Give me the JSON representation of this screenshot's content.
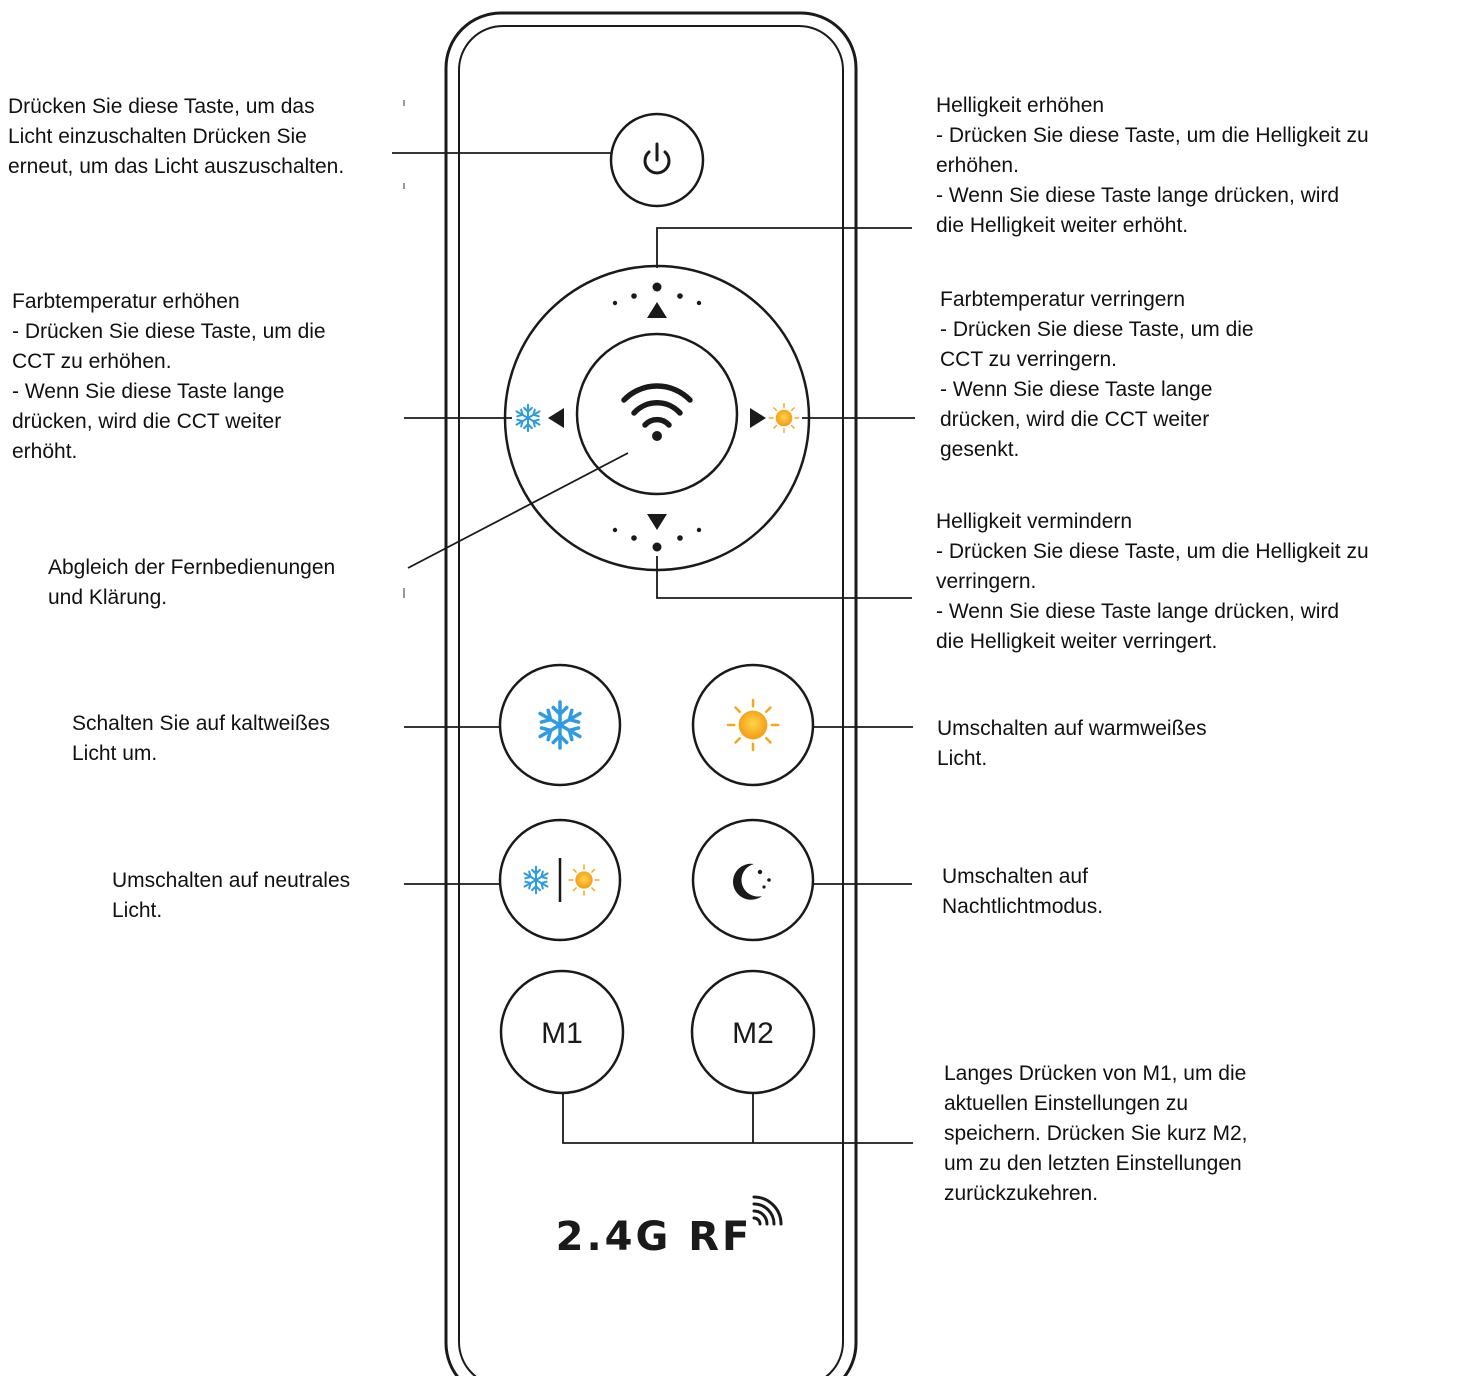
{
  "annotations": {
    "power": "Drücken Sie diese Taste, um das\nLicht einzuschalten Drücken Sie\nerneut, um das Licht auszuschalten.",
    "brightness_up": "Helligkeit erhöhen\n- Drücken Sie diese Taste, um die Helligkeit zu\nerhöhen.\n- Wenn Sie diese Taste lange drücken, wird\ndie Helligkeit weiter erhöht.",
    "cct_up": "Farbtemperatur erhöhen\n- Drücken Sie diese Taste, um die\nCCT zu erhöhen.\n- Wenn Sie diese Taste lange\ndrücken, wird die CCT weiter\nerhöht.",
    "cct_down": "Farbtemperatur verringern\n- Drücken Sie diese Taste, um die\nCCT zu verringern.\n- Wenn Sie diese Taste lange\ndrücken, wird die CCT weiter\ngesenkt.",
    "pairing": "Abgleich der Fernbedienungen\nund Klärung.",
    "brightness_down": "Helligkeit vermindern\n- Drücken Sie diese Taste, um die Helligkeit zu\nverringern.\n- Wenn Sie diese Taste lange drücken, wird\ndie Helligkeit weiter verringert.",
    "cold_white": "Schalten Sie auf kaltweißes\nLicht um.",
    "warm_white": "Umschalten auf warmweißes\nLicht.",
    "neutral": "Umschalten auf neutrales\nLicht.",
    "night": "Umschalten auf\nNachtlichtmodus.",
    "memory": "Langes Drücken von M1, um die\naktuellen Einstellungen zu\nspeichern. Drücken Sie kurz M2,\num zu den letzten Einstellungen\nzurückzukehren."
  },
  "buttons": {
    "m1": "M1",
    "m2": "M2"
  },
  "brand": "2.4G RF",
  "icons": {
    "power": "power-icon",
    "wifi": "wifi-icon",
    "up": "triangle-up-icon",
    "down": "triangle-down-icon",
    "left": "triangle-left-icon",
    "right": "triangle-right-icon",
    "snowflake": "snowflake-icon",
    "sun": "sun-icon",
    "moon": "moon-stars-icon",
    "signal": "signal-waves-icon"
  },
  "colors": {
    "outline": "#1a1a1a",
    "cold": "#2f9be0",
    "warm": "#f5a81c"
  }
}
